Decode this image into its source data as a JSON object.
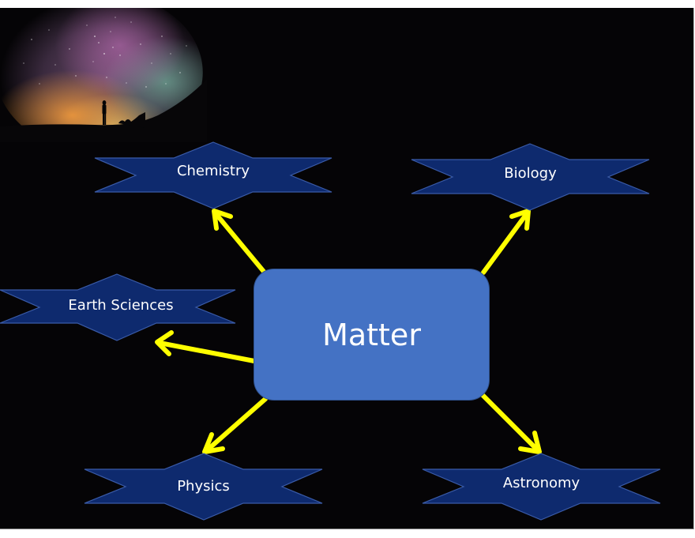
{
  "diagram": {
    "type": "mind-map",
    "background_color": "#050406",
    "arrow_color": "#FFFF00",
    "center": {
      "label": "Matter",
      "fill_color": "#4472C4",
      "border_color": "#2F528F"
    },
    "nodes": [
      {
        "id": "chemistry",
        "label": "Chemistry",
        "fill_color": "#0E2A6E",
        "stroke_color": "#3A5BA8"
      },
      {
        "id": "biology",
        "label": "Biology",
        "fill_color": "#0E2A6E",
        "stroke_color": "#3A5BA8"
      },
      {
        "id": "earth-sciences",
        "label": "Earth Sciences",
        "fill_color": "#0E2A6E",
        "stroke_color": "#3A5BA8"
      },
      {
        "id": "physics",
        "label": "Physics",
        "fill_color": "#0E2A6E",
        "stroke_color": "#3A5BA8"
      },
      {
        "id": "astronomy",
        "label": "Astronomy",
        "fill_color": "#0E2A6E",
        "stroke_color": "#3A5BA8"
      }
    ],
    "edges": [
      {
        "from": "Matter",
        "to": "Chemistry"
      },
      {
        "from": "Matter",
        "to": "Biology"
      },
      {
        "from": "Matter",
        "to": "Earth Sciences"
      },
      {
        "from": "Matter",
        "to": "Physics"
      },
      {
        "from": "Matter",
        "to": "Astronomy"
      }
    ],
    "image": {
      "description": "night-sky-milky-way-with-silhouetted-person"
    }
  }
}
